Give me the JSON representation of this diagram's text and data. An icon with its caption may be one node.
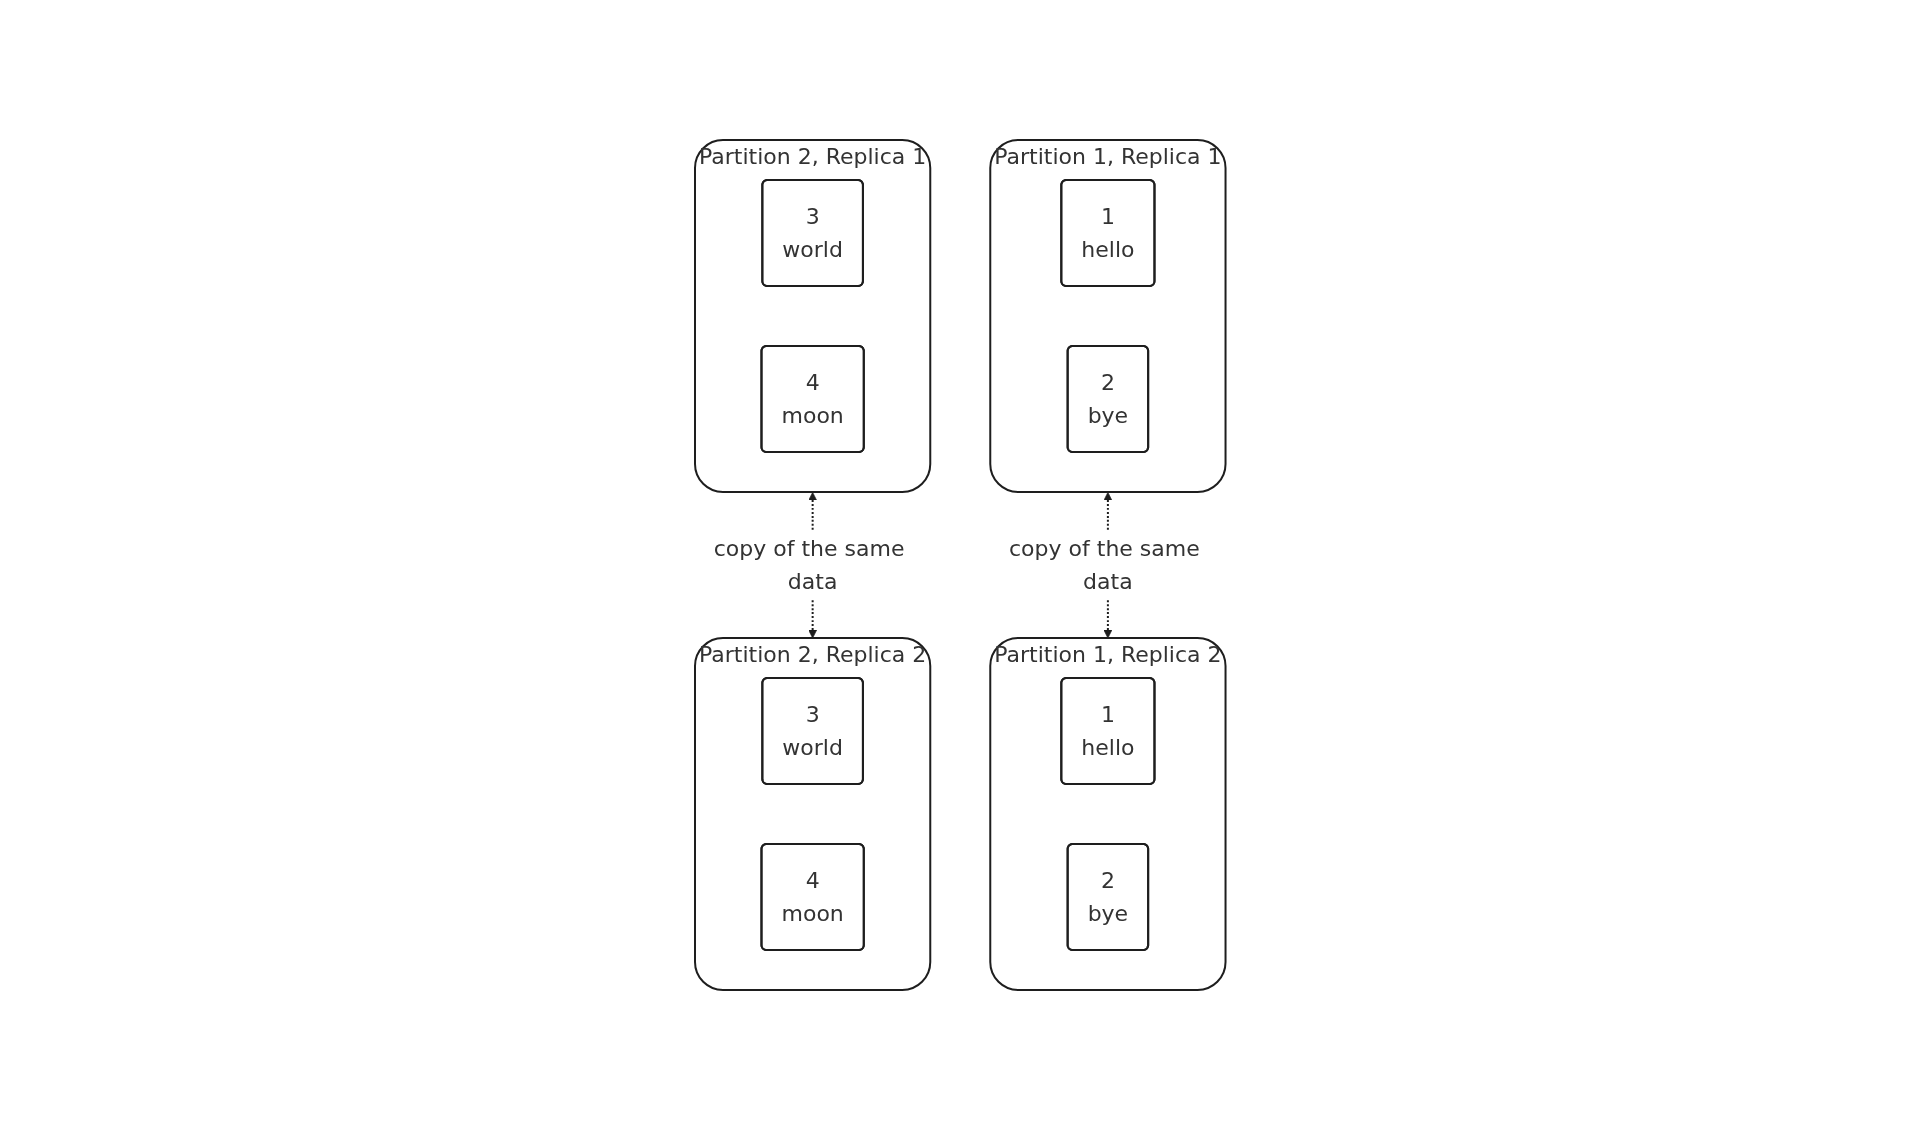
{
  "diagram": {
    "nodes": [
      {
        "text": [
          "Partition 1, Replica 1"
        ]
      },
      {
        "text": [
          "1",
          "hello"
        ],
        "in": 0
      },
      {
        "text": [
          "2",
          "bye"
        ],
        "in": 0
      },
      {
        "text": [
          "Partition 2, Replica 1"
        ]
      },
      {
        "text": [
          "3",
          "world"
        ],
        "in": 3
      },
      {
        "text": [
          "4",
          "moon"
        ],
        "in": 3
      },
      {
        "text": [
          "Partition 1, Replica 2"
        ]
      },
      {
        "text": [
          "1",
          "hello"
        ],
        "in": 6
      },
      {
        "text": [
          "2",
          "bye"
        ],
        "in": 6
      },
      {
        "text": [
          "Partition 2, Replica 2"
        ]
      },
      {
        "text": [
          "3",
          "world"
        ],
        "in": 9
      },
      {
        "text": [
          "4",
          "moon"
        ],
        "in": 9
      }
    ],
    "edges": [
      {
        "from": 0,
        "to": 6,
        "arrow": "both",
        "label": "copy of the same data",
        "style": "dashed"
      },
      {
        "from": 3,
        "to": 9,
        "arrow": "both",
        "label": "copy of the same data",
        "style": "dashed"
      }
    ]
  }
}
